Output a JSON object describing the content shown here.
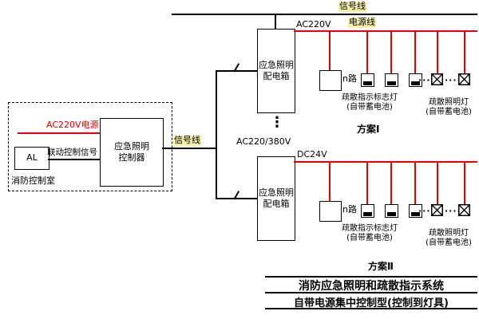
{
  "colors": {
    "power_line": "#e00000",
    "signal_line": "#000000",
    "highlight": "#f6f2ad"
  },
  "legend": {
    "signal": "信号线",
    "power": "电源线"
  },
  "control_room": {
    "room_label": "消防控制室",
    "al_label": "AL",
    "ac_power_label": "AC220V电源",
    "linkage_label": "联动控制信号",
    "controller_line1": "应急照明",
    "controller_line2": "控制器"
  },
  "signal_line_label": "信号线",
  "distribution": {
    "box_line1": "应急照明",
    "box_line2": "配电箱",
    "upper_output": "AC220V",
    "lower_output": "DC24V",
    "mains_input": "AC220/380V",
    "vdots": "⋮"
  },
  "devices": {
    "circuits": "n路",
    "ellipsis": "····",
    "indicator_name": "疏散指示标志灯",
    "indicator_sub": "(自带蓄电池)",
    "lighting_name": "疏散照明灯",
    "lighting_sub": "(自带蓄电池)"
  },
  "schemes": {
    "one": "方案Ⅰ",
    "two": "方案Ⅱ"
  },
  "title": {
    "line1": "消防应急照明和疏散指示系统",
    "line2": "自带电源集中控制型(控制到灯具)"
  }
}
